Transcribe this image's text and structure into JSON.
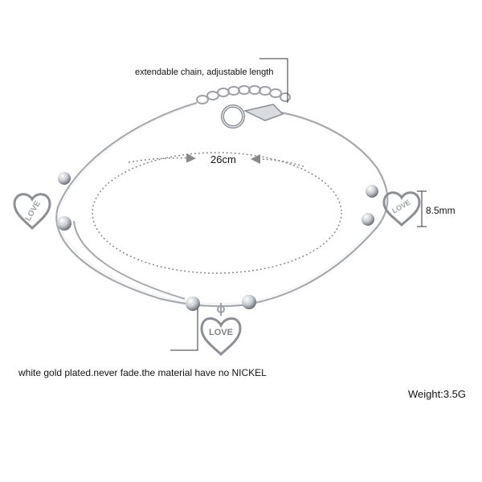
{
  "labels": {
    "extendable": "extendable chain, adjustable length",
    "length": "26cm",
    "pendant_size": "8.5mm",
    "material": "white gold plated.never fade.the material have no NICKEL",
    "weight": "Weight:3.5G"
  },
  "pendant_text": "LOVE",
  "colors": {
    "background": "#ffffff",
    "text": "#111111",
    "metal": "#b9bcc1",
    "metal_dark": "#7d8086",
    "metal_light": "#f2f3f5",
    "guide_line": "#333333",
    "dotted_arrow": "#888888"
  }
}
